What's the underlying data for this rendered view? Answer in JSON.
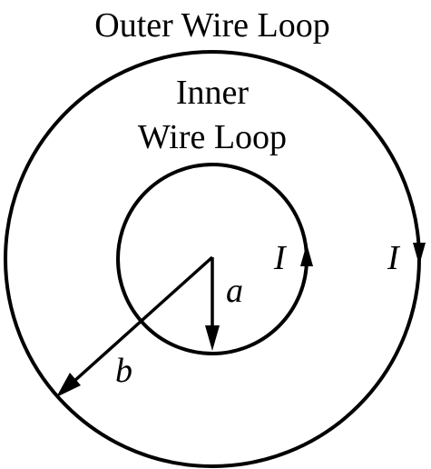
{
  "labels": {
    "outer_loop": "Outer Wire Loop",
    "inner_loop_line1": "Inner",
    "inner_loop_line2": "Wire Loop",
    "inner_current": "I",
    "outer_current": "I",
    "inner_radius": "a",
    "outer_radius": "b"
  },
  "current_direction": {
    "inner_loop": "counterclockwise",
    "outer_loop": "clockwise"
  },
  "colors": {
    "ink": "#000000",
    "background": "#ffffff"
  }
}
